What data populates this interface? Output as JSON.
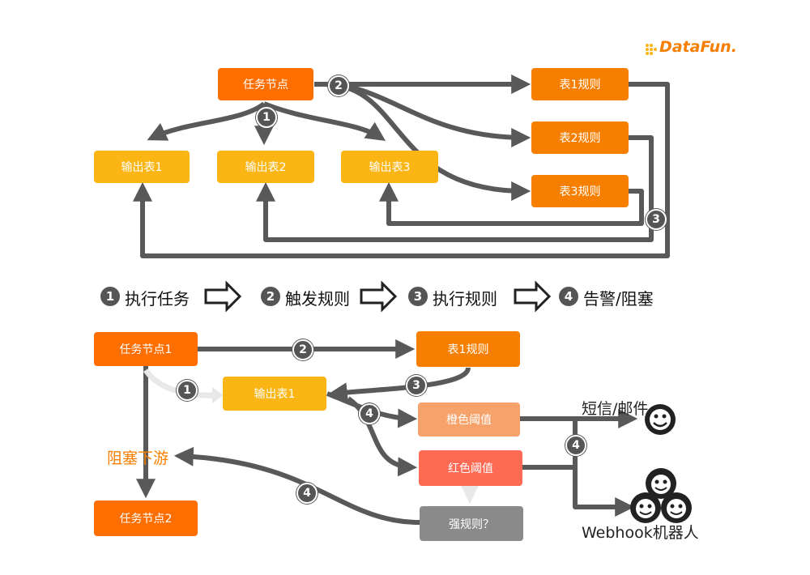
{
  "logo": {
    "text": "DataFun."
  },
  "top": {
    "task_node": "任务节点",
    "outputs": [
      "输出表1",
      "输出表2",
      "输出表3"
    ],
    "rules": [
      "表1规则",
      "表2规则",
      "表3规则"
    ],
    "badges": [
      "1",
      "2",
      "3"
    ]
  },
  "steps": [
    {
      "num": "1",
      "label": "执行任务"
    },
    {
      "num": "2",
      "label": "触发规则"
    },
    {
      "num": "3",
      "label": "执行规则"
    },
    {
      "num": "4",
      "label": "告警/阻塞"
    }
  ],
  "bottom": {
    "task_node1": "任务节点1",
    "task_node2": "任务节点2",
    "output1": "输出表1",
    "rule1": "表1规则",
    "orange_threshold": "橙色阈值",
    "red_threshold": "红色阈值",
    "strong_rule": "强规则？",
    "block_downstream": "阻塞下游",
    "sms_mail": "短信/邮件",
    "webhook": "Webhook机器人",
    "badges": [
      "1",
      "2",
      "3",
      "4",
      "4",
      "4"
    ]
  },
  "colors": {
    "orange": "#f77f00",
    "yellow": "#fbb616",
    "salmon": "#f7a26b",
    "red": "#ff6a55",
    "gray": "#8a8a8a",
    "arrow": "#595959",
    "block_text": "#f77f00"
  }
}
